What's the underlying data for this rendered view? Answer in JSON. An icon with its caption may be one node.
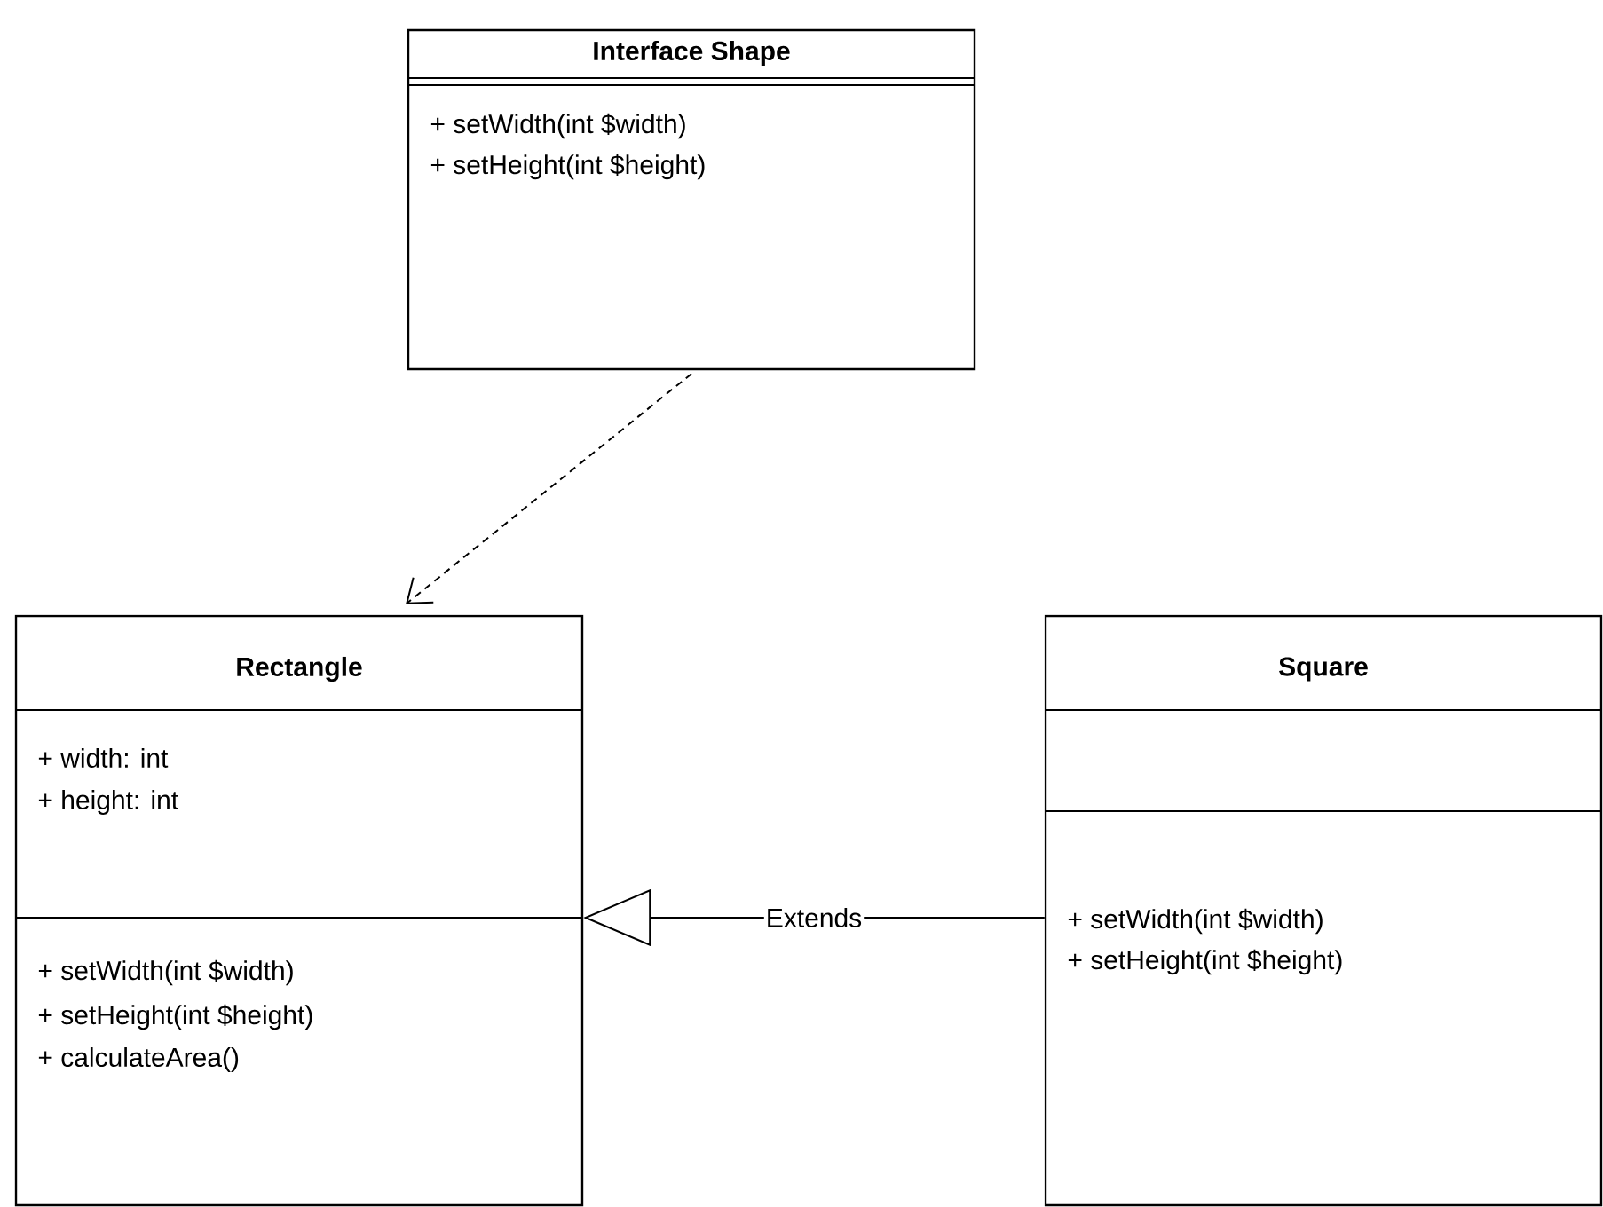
{
  "diagram": {
    "nodes": [
      {
        "text": [
          "Interface Shape",
          "+ setWidth(int $width)",
          "+ setHeight(int $height)"
        ]
      },
      {
        "text": [
          "Rectangle",
          "+ width: int",
          "+ height: int",
          "+ setWidth(int $width)",
          "+ setHeight(int $height)",
          "+ calculateArea()"
        ]
      },
      {
        "text": [
          "Square",
          "+ setWidth(int $width)",
          "+ setHeight(int $height)"
        ]
      }
    ],
    "edges": [
      {
        "from": 0,
        "to": 1,
        "arrow": "to",
        "style": "dashed"
      },
      {
        "from": 2,
        "to": 1,
        "arrow": "to",
        "label": "Extends"
      }
    ]
  }
}
